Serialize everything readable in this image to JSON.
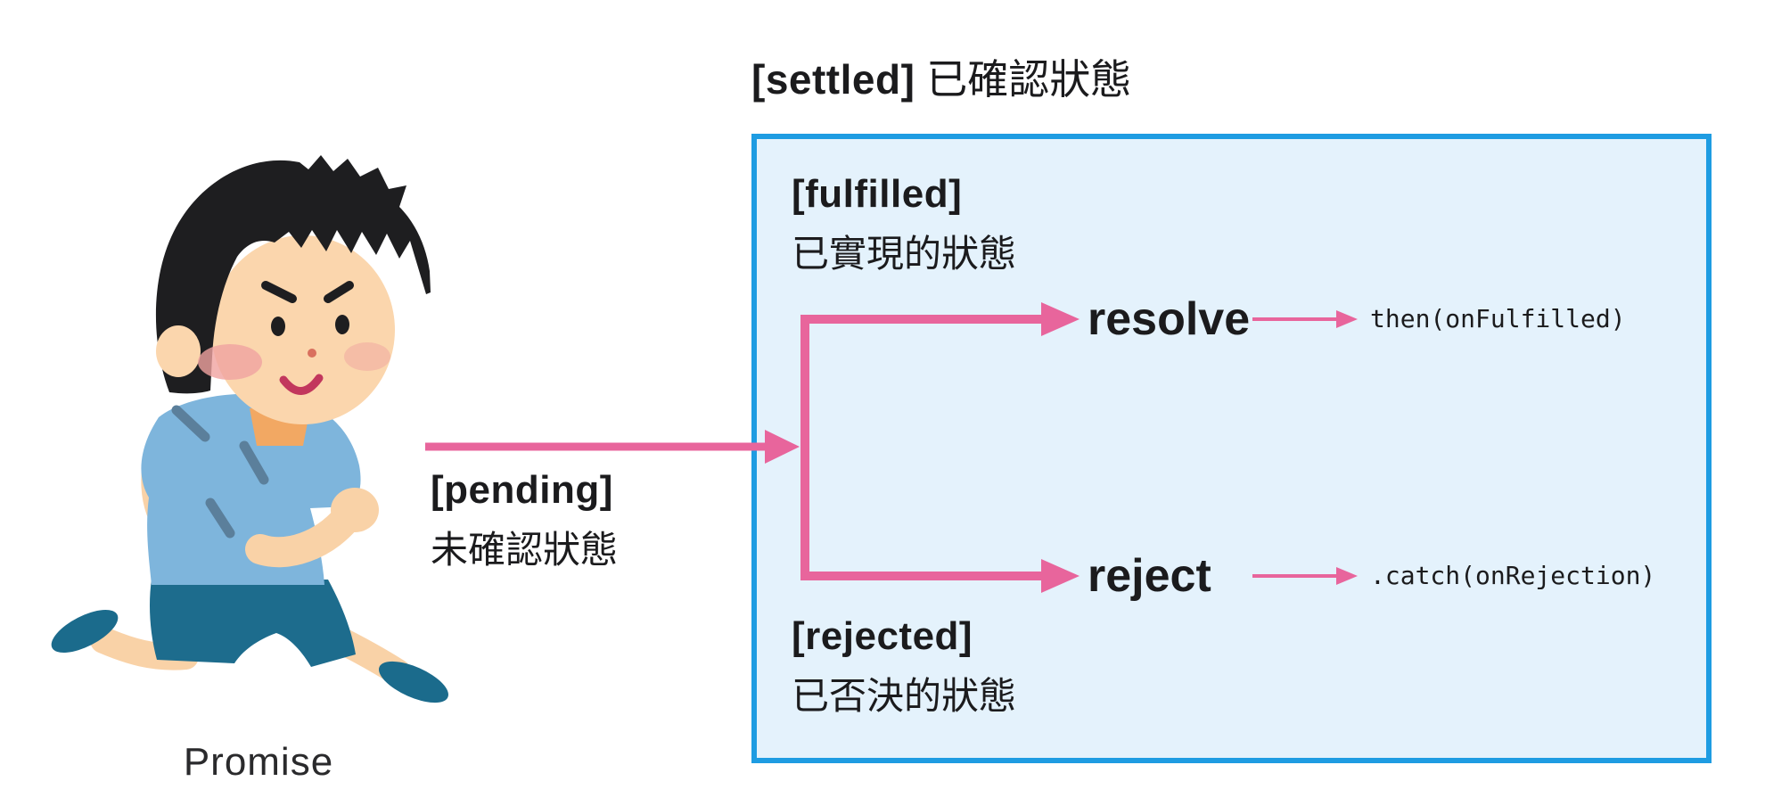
{
  "diagram": {
    "promise": {
      "caption": "Promise"
    },
    "title": {
      "tag": "[settled]",
      "label": "已確認狀態"
    },
    "pending": {
      "tag": "[pending]",
      "label": "未確認狀態"
    },
    "fulfilled": {
      "tag": "[fulfilled]",
      "label": "已實現的狀態",
      "action": "resolve",
      "handler": "then(onFulfilled)"
    },
    "rejected": {
      "tag": "[rejected]",
      "label": "已否決的狀態",
      "action": "reject",
      "handler": ".catch(onRejection)"
    },
    "colors": {
      "arrow_pink": "#E8659C",
      "box_border_blue": "#1E9CE2",
      "box_fill_light_blue": "#E4F2FC",
      "text_dark": "#1B1B1D",
      "shirt_blue": "#7EB5DC",
      "shorts_teal": "#1D6C8D",
      "skin": "#F9D2A7",
      "hair_black": "#1E1E20"
    }
  }
}
